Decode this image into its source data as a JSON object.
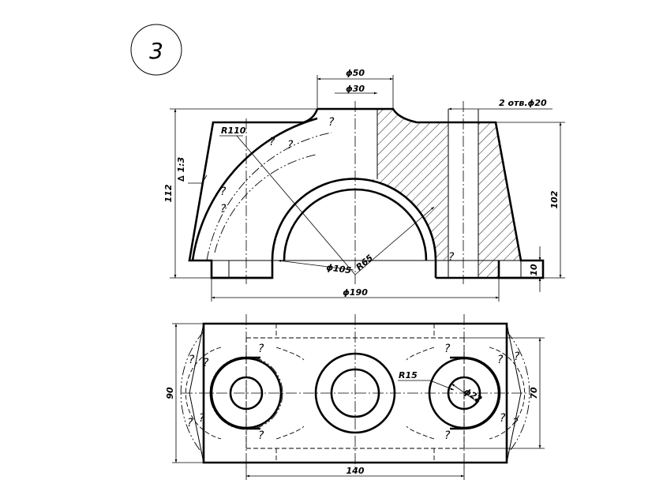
{
  "drawing": {
    "problem_number": "3",
    "question_mark": "?",
    "front_view": {
      "dia_50": "ϕ50",
      "dia_30": "ϕ30",
      "holes_note": "2 отв.ϕ20",
      "radius_110": "R110",
      "taper": "∆ 1:3",
      "height_112": "112",
      "height_102": "102",
      "height_10": "10",
      "dia_105": "ϕ105",
      "radius_65": "R65",
      "dia_190": "ϕ190"
    },
    "top_view": {
      "width_90": "90",
      "width_70": "70",
      "radius_15": "R15",
      "dia_22": "ϕ22",
      "length_140": "140"
    }
  }
}
